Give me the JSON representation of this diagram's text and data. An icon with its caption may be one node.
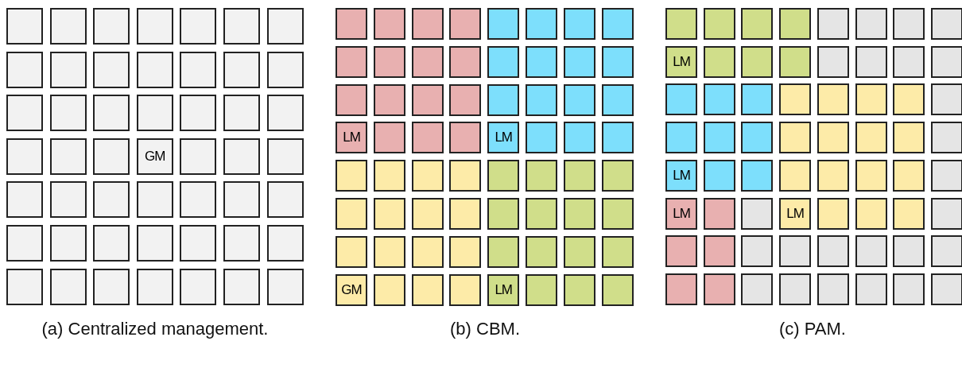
{
  "diagram": {
    "nodes": [
      {
        "text": [],
        "shape": "box"
      },
      {
        "text": [],
        "shape": "box"
      },
      {
        "text": [],
        "shape": "box"
      },
      {
        "text": [],
        "shape": "box"
      },
      {
        "text": [],
        "shape": "box"
      },
      {
        "text": [],
        "shape": "box"
      },
      {
        "text": [],
        "shape": "box"
      },
      {
        "text": [],
        "shape": "box"
      },
      {
        "text": [],
        "shape": "box"
      },
      {
        "text": [],
        "shape": "box"
      },
      {
        "text": [],
        "shape": "box"
      },
      {
        "text": [],
        "shape": "box"
      },
      {
        "text": [],
        "shape": "box"
      },
      {
        "text": [],
        "shape": "box"
      },
      {
        "text": [],
        "shape": "box"
      },
      {
        "text": [],
        "shape": "box"
      },
      {
        "text": [],
        "shape": "box"
      },
      {
        "text": [],
        "shape": "box"
      },
      {
        "text": [],
        "shape": "box"
      },
      {
        "text": [],
        "shape": "box"
      },
      {
        "text": [],
        "shape": "box"
      },
      {
        "text": [],
        "shape": "box"
      },
      {
        "text": [],
        "shape": "box"
      },
      {
        "text": [],
        "shape": "box"
      },
      {
        "text": [
          "GM"
        ]
      },
      {
        "text": [],
        "shape": "box"
      },
      {
        "text": [],
        "shape": "box"
      },
      {
        "text": [],
        "shape": "box"
      },
      {
        "text": [],
        "shape": "box"
      },
      {
        "text": [],
        "shape": "box"
      },
      {
        "text": [],
        "shape": "box"
      },
      {
        "text": [],
        "shape": "box"
      },
      {
        "text": [],
        "shape": "box"
      },
      {
        "text": [],
        "shape": "box"
      },
      {
        "text": [],
        "shape": "box"
      },
      {
        "text": [],
        "shape": "box"
      },
      {
        "text": [],
        "shape": "box"
      },
      {
        "text": [],
        "shape": "box"
      },
      {
        "text": [],
        "shape": "box"
      },
      {
        "text": [],
        "shape": "box"
      },
      {
        "text": [],
        "shape": "box"
      },
      {
        "text": [],
        "shape": "box"
      },
      {
        "text": [],
        "shape": "box"
      },
      {
        "text": [],
        "shape": "box"
      },
      {
        "text": [],
        "shape": "box"
      },
      {
        "text": [],
        "shape": "box"
      },
      {
        "text": [],
        "shape": "box"
      },
      {
        "text": [],
        "shape": "box"
      },
      {
        "text": [],
        "shape": "box"
      },
      {
        "text": [],
        "shape": "box"
      },
      {
        "text": [],
        "shape": "box"
      },
      {
        "text": [],
        "shape": "box"
      },
      {
        "text": [],
        "shape": "box"
      },
      {
        "text": [],
        "shape": "box"
      },
      {
        "text": [],
        "shape": "box"
      },
      {
        "text": [],
        "shape": "box"
      },
      {
        "text": [],
        "shape": "box"
      },
      {
        "text": [],
        "shape": "box"
      },
      {
        "text": [],
        "shape": "box"
      },
      {
        "text": [],
        "shape": "box"
      },
      {
        "text": [],
        "shape": "box"
      },
      {
        "text": [],
        "shape": "box"
      },
      {
        "text": [],
        "shape": "box"
      },
      {
        "text": [],
        "shape": "box"
      },
      {
        "text": [],
        "shape": "box"
      },
      {
        "text": [],
        "shape": "box"
      },
      {
        "text": [],
        "shape": "box"
      },
      {
        "text": [],
        "shape": "box"
      },
      {
        "text": [],
        "shape": "box"
      },
      {
        "text": [],
        "shape": "box"
      },
      {
        "text": [],
        "shape": "box"
      },
      {
        "text": [],
        "shape": "box"
      },
      {
        "text": [],
        "shape": "box"
      },
      {
        "text": [
          "LM"
        ]
      },
      {
        "text": [],
        "shape": "box"
      },
      {
        "text": [],
        "shape": "box"
      },
      {
        "text": [],
        "shape": "box"
      },
      {
        "text": [
          "LM"
        ]
      },
      {
        "text": [],
        "shape": "box"
      },
      {
        "text": [],
        "shape": "box"
      },
      {
        "text": [],
        "shape": "box"
      },
      {
        "text": [],
        "shape": "box"
      },
      {
        "text": [],
        "shape": "box"
      },
      {
        "text": [],
        "shape": "box"
      },
      {
        "text": [],
        "shape": "box"
      },
      {
        "text": [],
        "shape": "box"
      },
      {
        "text": [],
        "shape": "box"
      },
      {
        "text": [],
        "shape": "box"
      },
      {
        "text": [],
        "shape": "box"
      },
      {
        "text": [],
        "shape": "box"
      },
      {
        "text": [],
        "shape": "box"
      },
      {
        "text": [],
        "shape": "box"
      },
      {
        "text": [],
        "shape": "box"
      },
      {
        "text": [],
        "shape": "box"
      },
      {
        "text": [],
        "shape": "box"
      },
      {
        "text": [],
        "shape": "box"
      },
      {
        "text": [],
        "shape": "box"
      },
      {
        "text": [],
        "shape": "box"
      },
      {
        "text": [],
        "shape": "box"
      },
      {
        "text": [],
        "shape": "box"
      },
      {
        "text": [],
        "shape": "box"
      },
      {
        "text": [],
        "shape": "box"
      },
      {
        "text": [],
        "shape": "box"
      },
      {
        "text": [],
        "shape": "box"
      },
      {
        "text": [],
        "shape": "box"
      },
      {
        "text": [
          "GM"
        ]
      },
      {
        "text": [],
        "shape": "box"
      },
      {
        "text": [],
        "shape": "box"
      },
      {
        "text": [],
        "shape": "box"
      },
      {
        "text": [
          "LM"
        ]
      },
      {
        "text": [],
        "shape": "box"
      },
      {
        "text": [],
        "shape": "box"
      },
      {
        "text": [],
        "shape": "box"
      },
      {
        "text": [],
        "shape": "box"
      },
      {
        "text": [],
        "shape": "box"
      },
      {
        "text": [],
        "shape": "box"
      },
      {
        "text": [],
        "shape": "box"
      },
      {
        "text": [],
        "shape": "box"
      },
      {
        "text": [],
        "shape": "box"
      },
      {
        "text": [],
        "shape": "box"
      },
      {
        "text": [],
        "shape": "box"
      },
      {
        "text": [
          "LM"
        ]
      },
      {
        "text": [],
        "shape": "box"
      },
      {
        "text": [],
        "shape": "box"
      },
      {
        "text": [],
        "shape": "box"
      },
      {
        "text": [],
        "shape": "box"
      },
      {
        "text": [],
        "shape": "box"
      },
      {
        "text": [],
        "shape": "box"
      },
      {
        "text": [],
        "shape": "box"
      },
      {
        "text": [],
        "shape": "box"
      },
      {
        "text": [],
        "shape": "box"
      },
      {
        "text": [],
        "shape": "box"
      },
      {
        "text": [],
        "shape": "box"
      },
      {
        "text": [],
        "shape": "box"
      },
      {
        "text": [],
        "shape": "box"
      },
      {
        "text": [],
        "shape": "box"
      },
      {
        "text": [],
        "shape": "box"
      },
      {
        "text": [],
        "shape": "box"
      },
      {
        "text": [],
        "shape": "box"
      },
      {
        "text": [],
        "shape": "box"
      },
      {
        "text": [],
        "shape": "box"
      },
      {
        "text": [],
        "shape": "box"
      },
      {
        "text": [],
        "shape": "box"
      },
      {
        "text": [],
        "shape": "box"
      },
      {
        "text": [],
        "shape": "box"
      },
      {
        "text": [
          "LM"
        ]
      },
      {
        "text": [],
        "shape": "box"
      },
      {
        "text": [],
        "shape": "box"
      },
      {
        "text": [],
        "shape": "box"
      },
      {
        "text": [],
        "shape": "box"
      },
      {
        "text": [],
        "shape": "box"
      },
      {
        "text": [],
        "shape": "box"
      },
      {
        "text": [],
        "shape": "box"
      },
      {
        "text": [
          "LM"
        ]
      },
      {
        "text": [],
        "shape": "box"
      },
      {
        "text": [],
        "shape": "box"
      },
      {
        "text": [
          "LM"
        ]
      },
      {
        "text": [],
        "shape": "box"
      },
      {
        "text": [],
        "shape": "box"
      },
      {
        "text": [],
        "shape": "box"
      },
      {
        "text": [],
        "shape": "box"
      },
      {
        "text": [],
        "shape": "box"
      },
      {
        "text": [],
        "shape": "box"
      },
      {
        "text": [],
        "shape": "box"
      },
      {
        "text": [],
        "shape": "box"
      },
      {
        "text": [],
        "shape": "box"
      },
      {
        "text": [],
        "shape": "box"
      },
      {
        "text": [],
        "shape": "box"
      },
      {
        "text": [],
        "shape": "box"
      },
      {
        "text": [],
        "shape": "box"
      },
      {
        "text": [],
        "shape": "box"
      },
      {
        "text": [],
        "shape": "box"
      },
      {
        "text": [],
        "shape": "box"
      },
      {
        "text": [],
        "shape": "box"
      },
      {
        "text": [],
        "shape": "box"
      },
      {
        "text": [],
        "shape": "box"
      },
      {
        "text": [],
        "shape": "box"
      }
    ],
    "labels": [
      "(a) Centralized management.",
      "(b) CBM.",
      "(c) PAM."
    ]
  }
}
